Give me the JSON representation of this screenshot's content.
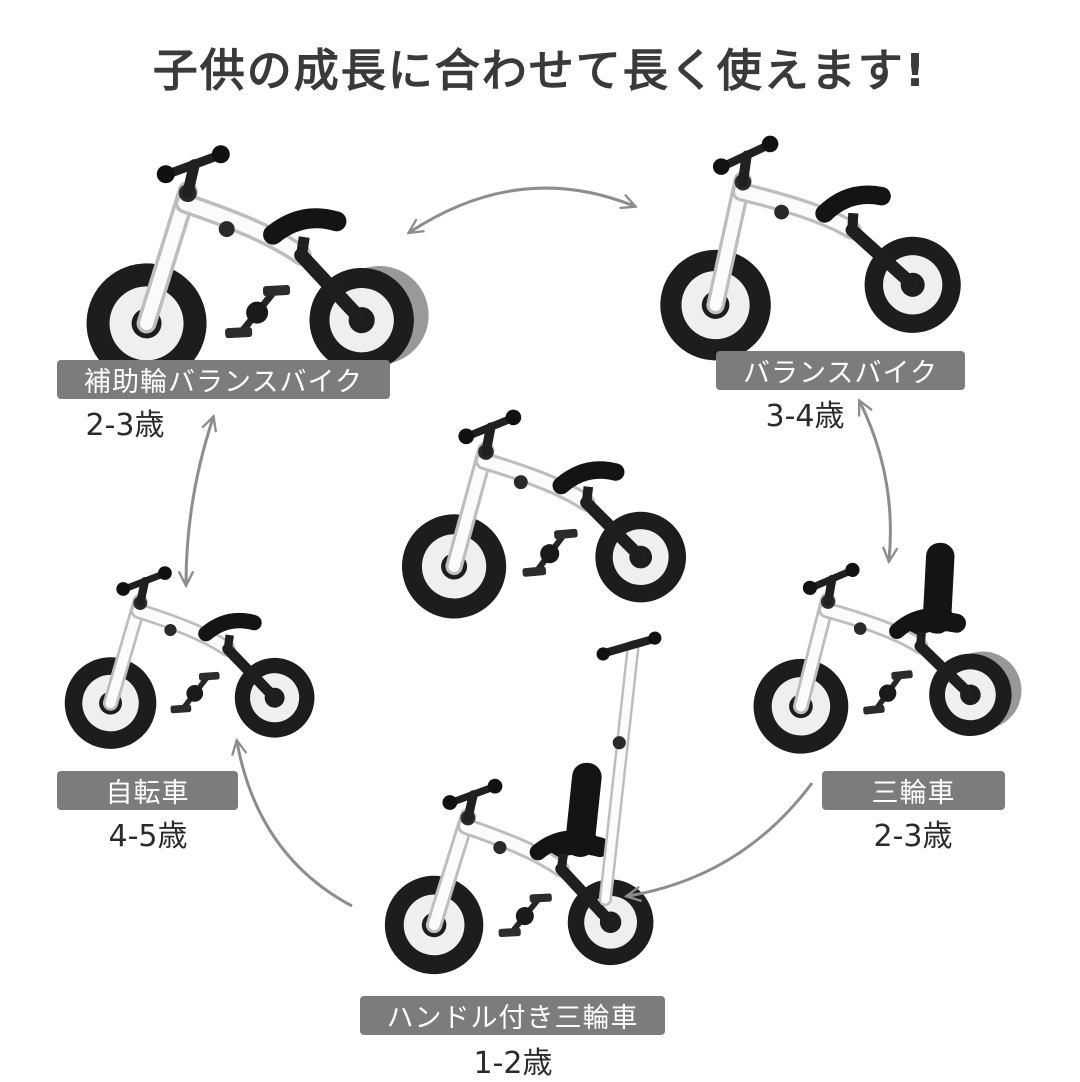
{
  "title": "子供の成長に合わせて長く使えます!",
  "modes": [
    {
      "id": "assist-balance-bike",
      "label": "補助輪バランスバイク",
      "age": "2-3歳"
    },
    {
      "id": "balance-bike",
      "label": "バランスバイク",
      "age": "3-4歳"
    },
    {
      "id": "bicycle",
      "label": "自転車",
      "age": "4-5歳"
    },
    {
      "id": "tricycle",
      "label": "三輪車",
      "age": "2-3歳"
    },
    {
      "id": "push-tricycle",
      "label": "ハンドル付き三輪車",
      "age": "1-2歳"
    }
  ],
  "icons": [
    "assist-balance-bike-photo-icon",
    "balance-bike-photo-icon",
    "center-bike-photo-icon",
    "bicycle-photo-icon",
    "tricycle-photo-icon",
    "push-tricycle-photo-icon",
    "conversion-arrow-icon"
  ],
  "colors": {
    "background": "#ffffff",
    "badge_bg": "#7c7c7c",
    "badge_text": "#ffffff",
    "age_text": "#2b2b2b",
    "title_text": "#3a3a3a",
    "arrow": "#8d8d8d",
    "frame_white": "#fbfbfb",
    "parts_black": "#1d1d1f"
  }
}
